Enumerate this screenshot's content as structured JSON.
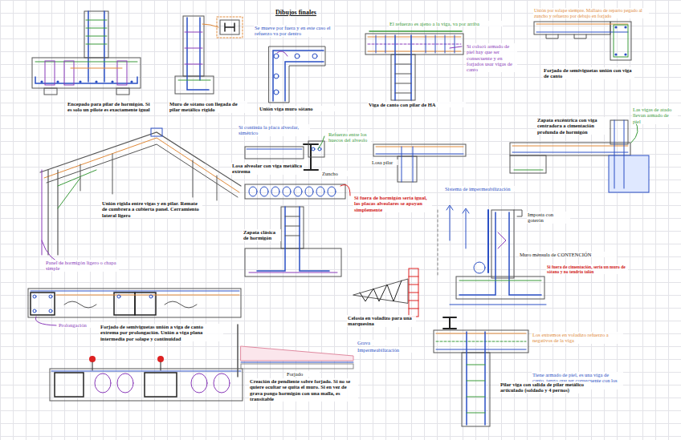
{
  "diagram": {
    "title": "Dibujos finales",
    "labels": [
      "Encepado para pilar de hormigón. Si es solo un pilote es exactamente igual",
      "Muro de sótano con llegada de pilar metálico rígido",
      "Se mueve por fuera y en este caso el refuerzo va por dentro",
      "Unión viga muro sótano",
      "El refuerzo es ajeno a la viga, va por arriba",
      "Si colocó armado de piel hay que ser consecuente y en forjados usar vigas de canto",
      "Viga de canto con pilar de HA",
      "Unión por solape siempre. Mallazo de reparto pegado al zuncho y refuerzo por debajo en forjado",
      "Forjado de semiviguetas unión con viga de canto",
      "Las vigas de atado llevan armado de piel",
      "Zapata excéntrica con viga centradora a cimentación profunda de hormigón",
      "Si continúa la placa alveolar, simétrico",
      "Refuerzo entre los huecos del alveolo",
      "Losa alveolar con viga metálica extrema",
      "Zuncho",
      "Losa pilar",
      "Si fuera de hormigón sería igual, las placas alveolares se apoyan simplemente",
      "Unión rígida entre vigas y en pilar. Remate de cumbrera a cubierta panel. Cerramiento lateral ligero",
      "Sistema de impermeabilización",
      "Imposta con goterón",
      "Zapata clásica de hormigón",
      "Muro ménsula de CONTENCIÓN",
      "Si fuera de cimentación, sería un muro de sótano y no tendría talón",
      "Panel de hormigón ligero o chapa simple",
      "Celosía en voladizo para una marquesina",
      "Prolongación",
      "Forjado de semiviguetas unión a viga de canto extrema por prolongación. Unión a viga plana intermedia por solape y continuidad",
      "Grava",
      "Impermeabilización",
      "Forjado",
      "Creación de pendiente sobre forjado. Si no se quiere ocultar se quita el muro. Si en vez de grava pongo hormigón con una malla, es transitable",
      "Los extremos en voladizo refuerzo a negativos de la viga",
      "Tiene armado de piel, es una viga de canto, tengo que ser consecuente con los forjados",
      "Pilar viga con salida de pilar metálico articulado (soldado y 4 pernos)"
    ]
  }
}
